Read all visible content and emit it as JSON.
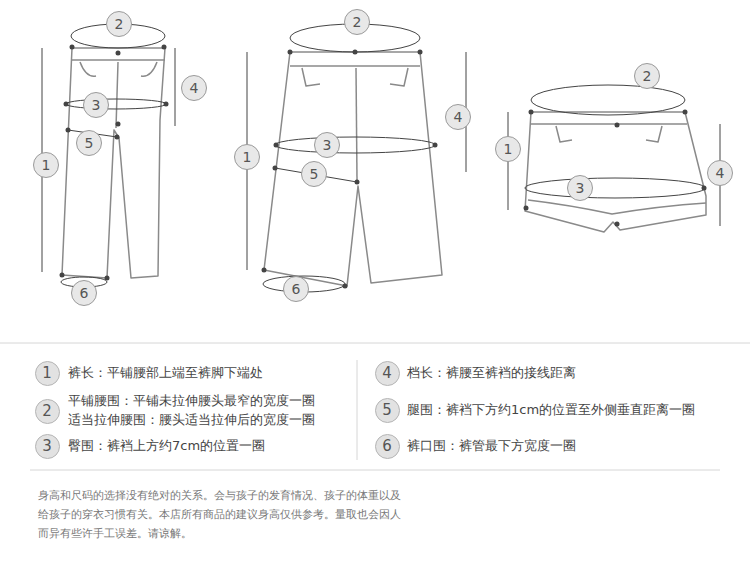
{
  "diagram": {
    "nodes": [
      {
        "text": [
          "2"
        ]
      },
      {
        "text": [
          "4"
        ]
      },
      {
        "text": [
          "3"
        ]
      },
      {
        "text": [
          "5"
        ]
      },
      {
        "text": [
          "1"
        ]
      },
      {
        "text": [
          "6"
        ]
      },
      {
        "text": [
          "2"
        ]
      },
      {
        "text": [
          "4"
        ]
      },
      {
        "text": [
          "3"
        ]
      },
      {
        "text": [
          "1"
        ]
      },
      {
        "text": [
          "5"
        ]
      },
      {
        "text": [
          "6"
        ]
      },
      {
        "text": [
          "2"
        ]
      },
      {
        "text": [
          "1"
        ]
      },
      {
        "text": [
          "4"
        ]
      },
      {
        "text": [
          "3"
        ]
      },
      {
        "text": [
          "1"
        ]
      },
      {
        "text": [
          "4"
        ]
      },
      {
        "text": [
          "2"
        ]
      },
      {
        "text": [
          "5"
        ]
      },
      {
        "text": [
          "3"
        ]
      },
      {
        "text": [
          "6"
        ]
      }
    ],
    "labels": [
      "裤长：平铺腰部上端至裤脚下端处",
      "档长：裤腰至裤裆的接线距离",
      "平铺腰围：平铺未拉伸腰头最窄的宽度一圈",
      "适当拉伸腰围：腰头适当拉伸后的宽度一圈",
      "腿围：裤裆下方约1cm的位置至外侧垂直距离一圈",
      "臀围：裤裆上方约7cm的位置一圈",
      "裤口围：裤管最下方宽度一圈",
      "身高和尺码的选择没有绝对的关系。会与孩子的发育情况、孩子的体重以及给孩子的穿衣习惯有关。本店所有商品的建议身高仅供参考。量取也会因人而异有些许手工误差。请谅解。"
    ]
  }
}
